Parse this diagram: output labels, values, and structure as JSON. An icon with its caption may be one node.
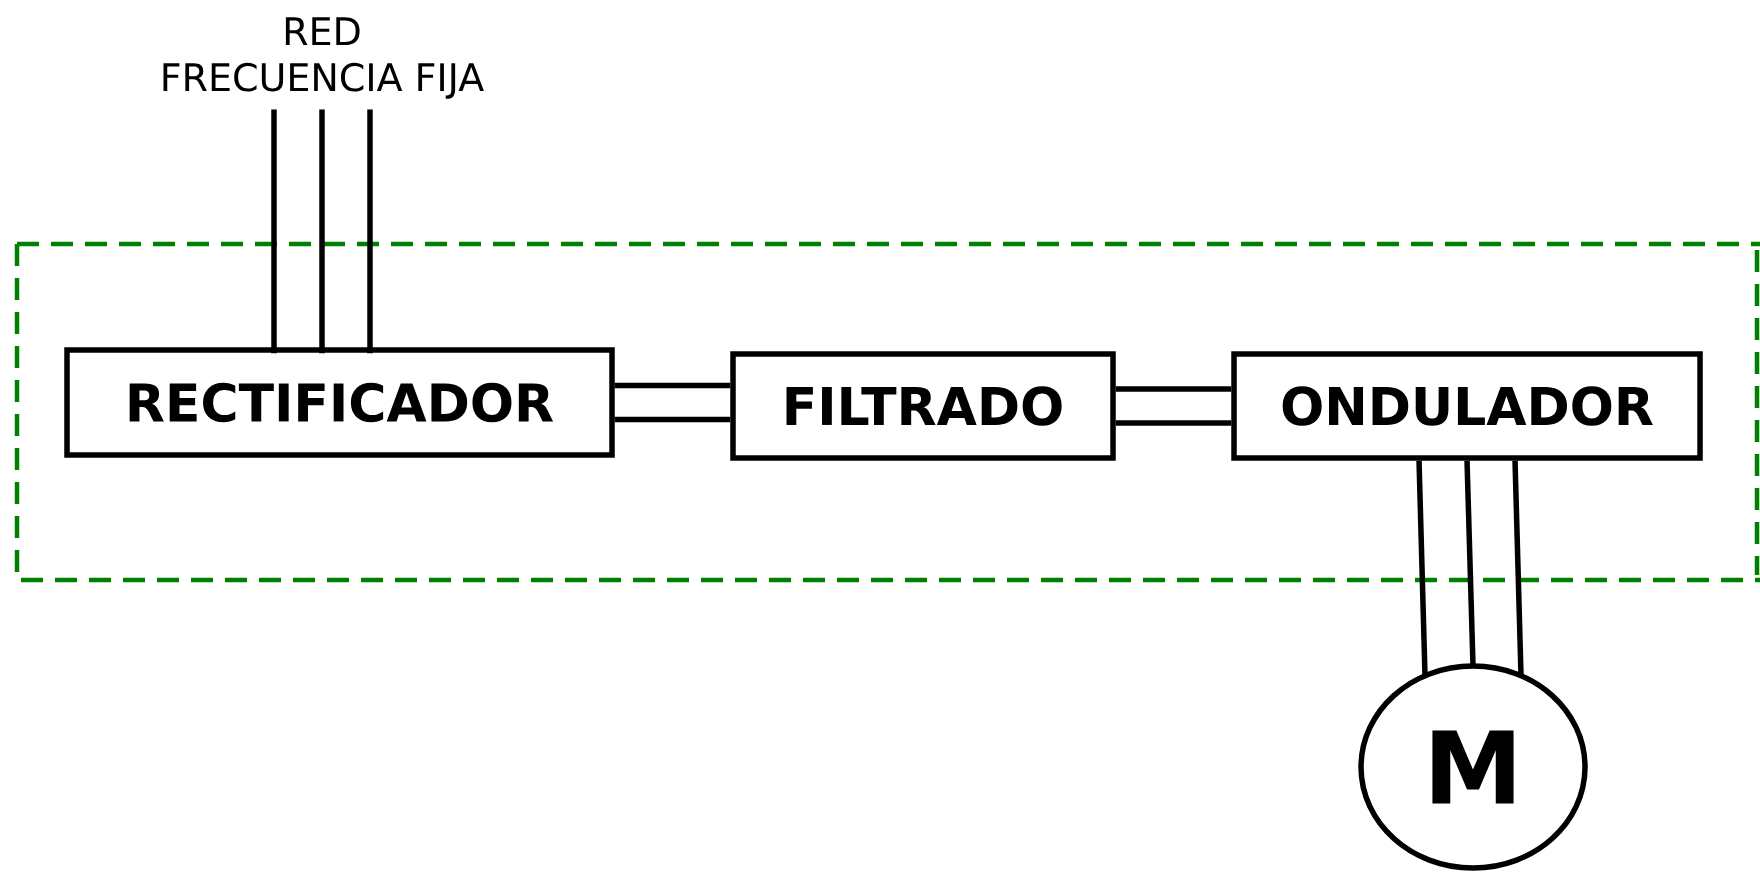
{
  "diagram": {
    "nodes": [
      {
        "text": [
          "RED",
          "FRECUENCIA FIJA"
        ]
      },
      {
        "text": [
          "RECTIFICADOR"
        ]
      },
      {
        "text": [
          "FILTRADO"
        ]
      },
      {
        "text": [
          "ONDULADOR"
        ]
      },
      {
        "text": [
          "M"
        ]
      }
    ],
    "edges": [
      {
        "from": 0,
        "to": 1,
        "arrow": "none"
      },
      {
        "from": 0,
        "to": 1,
        "arrow": "none"
      },
      {
        "from": 0,
        "to": 1,
        "arrow": "none"
      },
      {
        "from": 1,
        "to": 2,
        "arrow": "none"
      },
      {
        "from": 1,
        "to": 2,
        "arrow": "none"
      },
      {
        "from": 2,
        "to": 3,
        "arrow": "none"
      },
      {
        "from": 2,
        "to": 3,
        "arrow": "none"
      },
      {
        "from": 3,
        "to": 4,
        "arrow": "none"
      },
      {
        "from": 3,
        "to": 4,
        "arrow": "none"
      },
      {
        "from": 3,
        "to": 4,
        "arrow": "none"
      }
    ]
  }
}
